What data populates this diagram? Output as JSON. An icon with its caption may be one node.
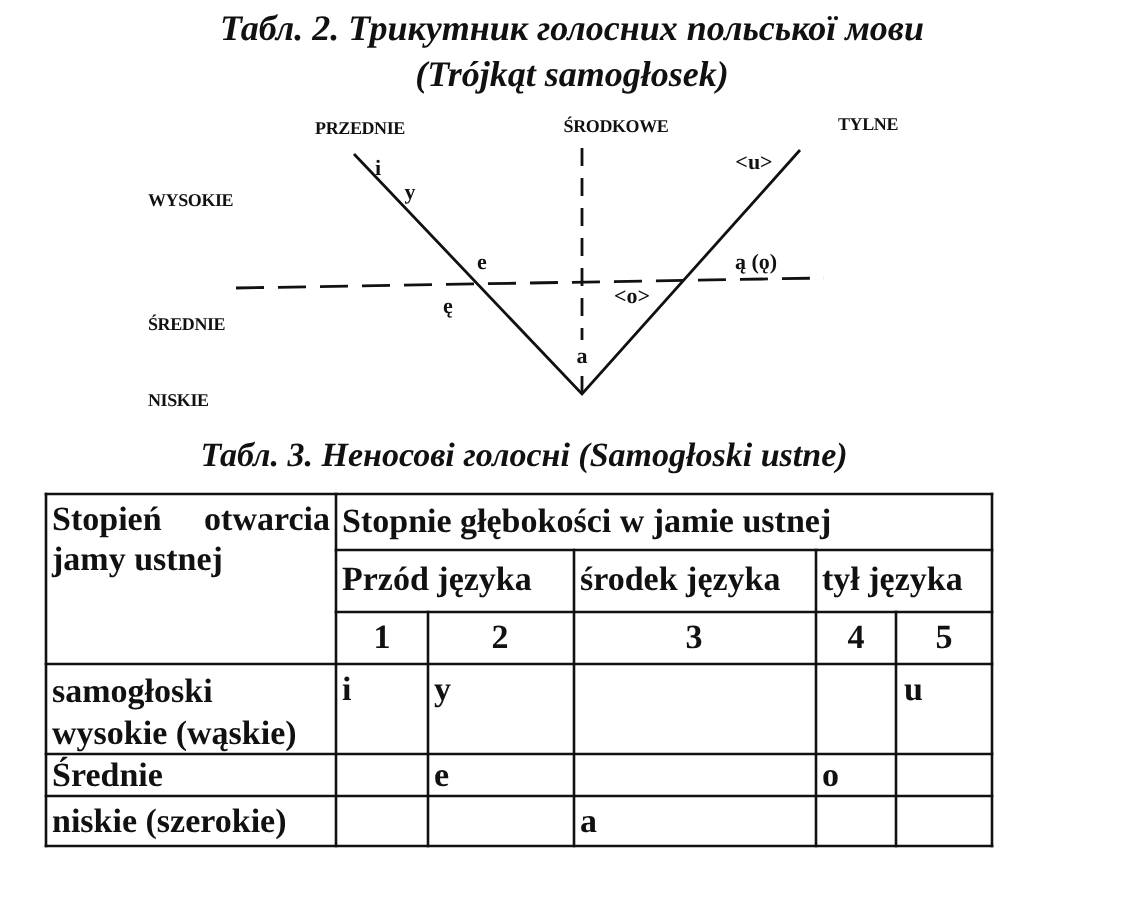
{
  "diagram": {
    "title": "Табл. 2. Трикутник голосних польської мови (Trójkąt samogłosek)",
    "labels": [
      "PRZEDNIE",
      "ŚRODKOWE",
      "TYLNE",
      "i",
      "<u>",
      "WYSOKIE",
      "y",
      "ą (ǫ)",
      "e",
      "<o>",
      "ę",
      "ŚREDNIE",
      "a",
      "NISKIE",
      "Табл. 3. Неносові голосні (Samogłoski ustne)",
      "Stopień otwarcia jamy ustnej",
      "Stopnie głębokości w jamie ustnej",
      "Przód języka",
      "środek języka",
      "tył języka",
      "1",
      "2",
      "3",
      "4",
      "5",
      "samogłoski wysokie (wąskie)",
      "i",
      "y",
      "u",
      "Średnie",
      "e",
      "o",
      "niskie (szerokie)",
      "a"
    ]
  }
}
